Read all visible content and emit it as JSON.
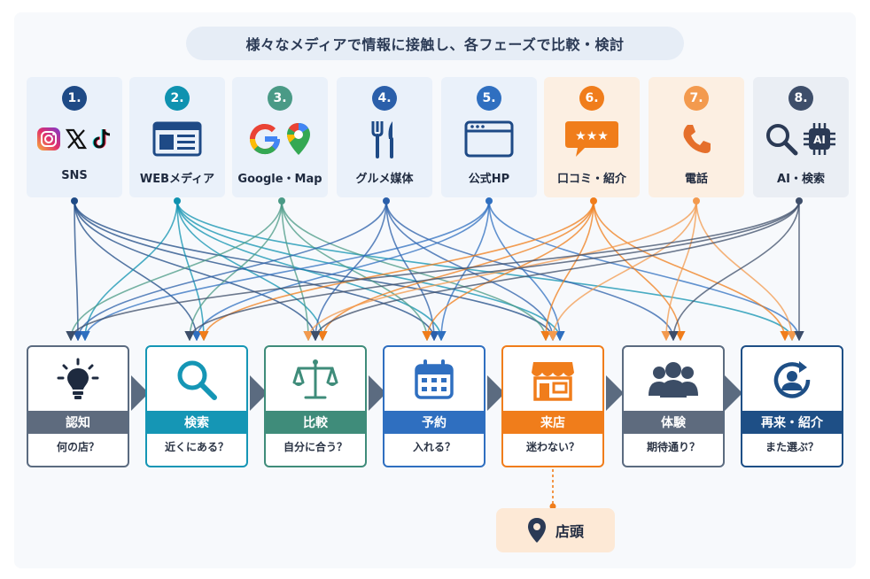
{
  "title": "様々なメディアで情報に接触し、各フェーズで比較・検討",
  "media": [
    {
      "num": "1.",
      "label": "SNS",
      "color": "#1e4a86",
      "bg": "#eaf1fa",
      "icons": [
        "instagram-icon",
        "x-icon",
        "tiktok-icon"
      ]
    },
    {
      "num": "2.",
      "label": "WEBメディア",
      "color": "#0f92b0",
      "bg": "#eaf1fa",
      "icons": [
        "web-article-icon"
      ]
    },
    {
      "num": "3.",
      "label": "Google・Map",
      "color": "#4a9a86",
      "bg": "#eaf1fa",
      "icons": [
        "google-icon",
        "map-pin-icon"
      ]
    },
    {
      "num": "4.",
      "label": "グルメ媒体",
      "color": "#2b5faa",
      "bg": "#eaf1fa",
      "icons": [
        "fork-knife-icon"
      ]
    },
    {
      "num": "5.",
      "label": "公式HP",
      "color": "#2f6fc0",
      "bg": "#eaf1fa",
      "icons": [
        "browser-window-icon"
      ]
    },
    {
      "num": "6.",
      "label": "口コミ・紹介",
      "color": "#f07d1b",
      "bg": "#fcefe2",
      "icons": [
        "review-bubble-icon"
      ]
    },
    {
      "num": "7.",
      "label": "電話",
      "color": "#f39a4e",
      "bg": "#fcefe2",
      "icons": [
        "phone-icon"
      ]
    },
    {
      "num": "8.",
      "label": "AI・検索",
      "color": "#3e4e6a",
      "bg": "#eaeef4",
      "icons": [
        "search-icon",
        "ai-chip-icon"
      ]
    }
  ],
  "phases": [
    {
      "title": "認知",
      "sub": "何の店？",
      "icon": "lightbulb-icon",
      "band": "#5e6b7e",
      "border": "#5b6b80"
    },
    {
      "title": "検索",
      "sub": "近くにある？",
      "icon": "magnifier-icon",
      "band": "#1596b5",
      "border": "#1596b5"
    },
    {
      "title": "比較",
      "sub": "自分に合う？",
      "icon": "scale-icon",
      "band": "#3f8c7a",
      "border": "#3f8c7a"
    },
    {
      "title": "予約",
      "sub": "入れる？",
      "icon": "calendar-icon",
      "band": "#2f6fc0",
      "border": "#2f6fc0"
    },
    {
      "title": "来店",
      "sub": "迷わない？",
      "icon": "storefront-icon",
      "band": "#f07d1b",
      "border": "#f07d1b"
    },
    {
      "title": "体験",
      "sub": "期待通り？",
      "icon": "people-icon",
      "band": "#5e6b7e",
      "border": "#5b6b80"
    },
    {
      "title": "再来・紹介",
      "sub": "また選ぶ？",
      "icon": "repeat-user-icon",
      "band": "#1e4f86",
      "border": "#1e4f86"
    }
  ],
  "store": {
    "label": "店頭",
    "icon": "location-pin-icon"
  },
  "connections": [
    [
      0,
      1,
      2,
      3,
      4
    ],
    [
      0,
      1,
      2,
      3,
      4,
      6
    ],
    [
      0,
      1,
      2,
      3,
      4
    ],
    [
      0,
      2,
      3,
      4,
      5
    ],
    [
      0,
      1,
      3,
      4,
      6
    ],
    [
      1,
      2,
      3,
      4,
      5,
      6
    ],
    [
      2,
      4,
      5,
      6
    ],
    [
      0,
      1,
      2,
      5,
      6
    ]
  ]
}
